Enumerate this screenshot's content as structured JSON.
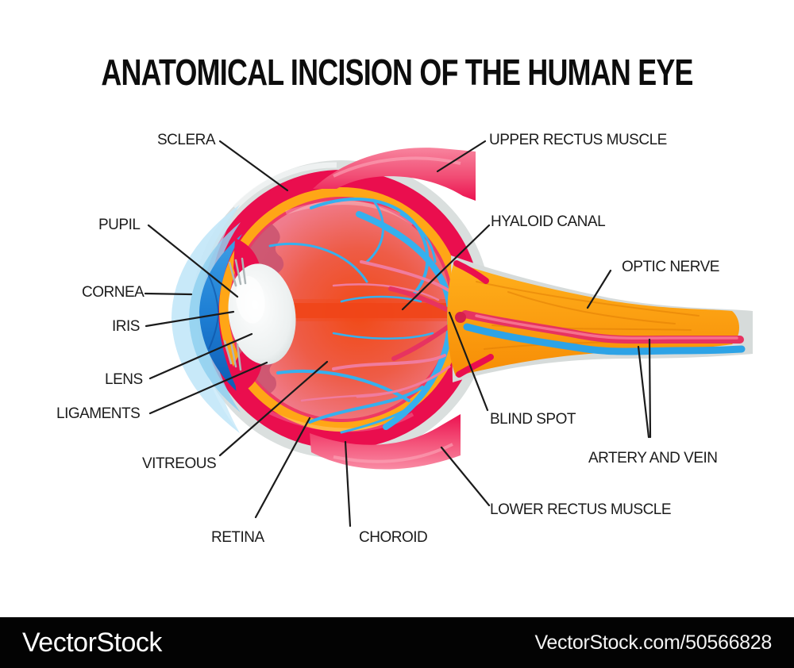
{
  "title": "ANATOMICAL INCISION OF THE HUMAN EYE",
  "labels": {
    "sclera": "SCLERA",
    "pupil": "PUPIL",
    "cornea": "CORNEA",
    "iris": "IRIS",
    "lens": "LENS",
    "ligaments": "LIGAMENTS",
    "vitreous": "VITREOUS",
    "retina": "RETINA",
    "choroid": "CHOROID",
    "upper_rectus": "UPPER RECTUS MUSCLE",
    "hyaloid_canal": "HYALOID CANAL",
    "optic_nerve": "OPTIC NERVE",
    "blind_spot": "BLIND SPOT",
    "artery_and_vein": "ARTERY AND VEIN",
    "lower_rectus": "LOWER RECTUS MUSCLE"
  },
  "watermark": {
    "brand": "VectorStock",
    "credit": "VectorStock.com/50566828"
  },
  "palette": {
    "sclera_gray": "#dadfde",
    "ring_crimson": "#ea0e4e",
    "ring_orange": "#ffa616",
    "interior_center": "#f1511f",
    "interior_edge": "#f48ba3",
    "vessel_blue": "#35b0ee",
    "vessel_pink": "#f07c9e",
    "iris_blue": "#1e7fd4",
    "cornea_blue": "#cdeaf8",
    "nerve_orange": "#fca411",
    "muscle_pink": "#f87f9a",
    "label_color": "#1c1c1c",
    "footer_bg": "#000000",
    "footer_text": "#ffffff"
  }
}
